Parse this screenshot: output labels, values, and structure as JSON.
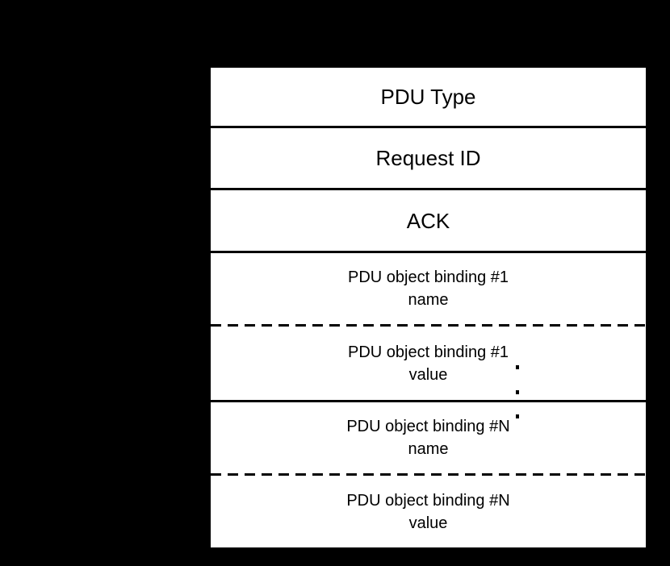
{
  "diagram": {
    "type": "pdu-structure",
    "rows": [
      {
        "lines": [
          "PDU Type"
        ]
      },
      {
        "lines": [
          "Request ID"
        ]
      },
      {
        "lines": [
          "ACK"
        ]
      },
      {
        "lines": [
          "PDU object binding #1",
          "name"
        ]
      },
      {
        "lines": [
          "PDU object binding #1",
          "value"
        ]
      },
      {
        "lines": [
          "PDU object binding #N",
          "name"
        ]
      },
      {
        "lines": [
          "PDU object binding #N",
          "value"
        ]
      }
    ],
    "separators": [
      "solid",
      "solid",
      "solid",
      "dashed",
      "solid",
      "dashed"
    ],
    "ellipsis_dot_count": 3,
    "colors": {
      "background": "#000000",
      "box_fill": "#ffffff",
      "line": "#000000",
      "text": "#000000"
    }
  }
}
